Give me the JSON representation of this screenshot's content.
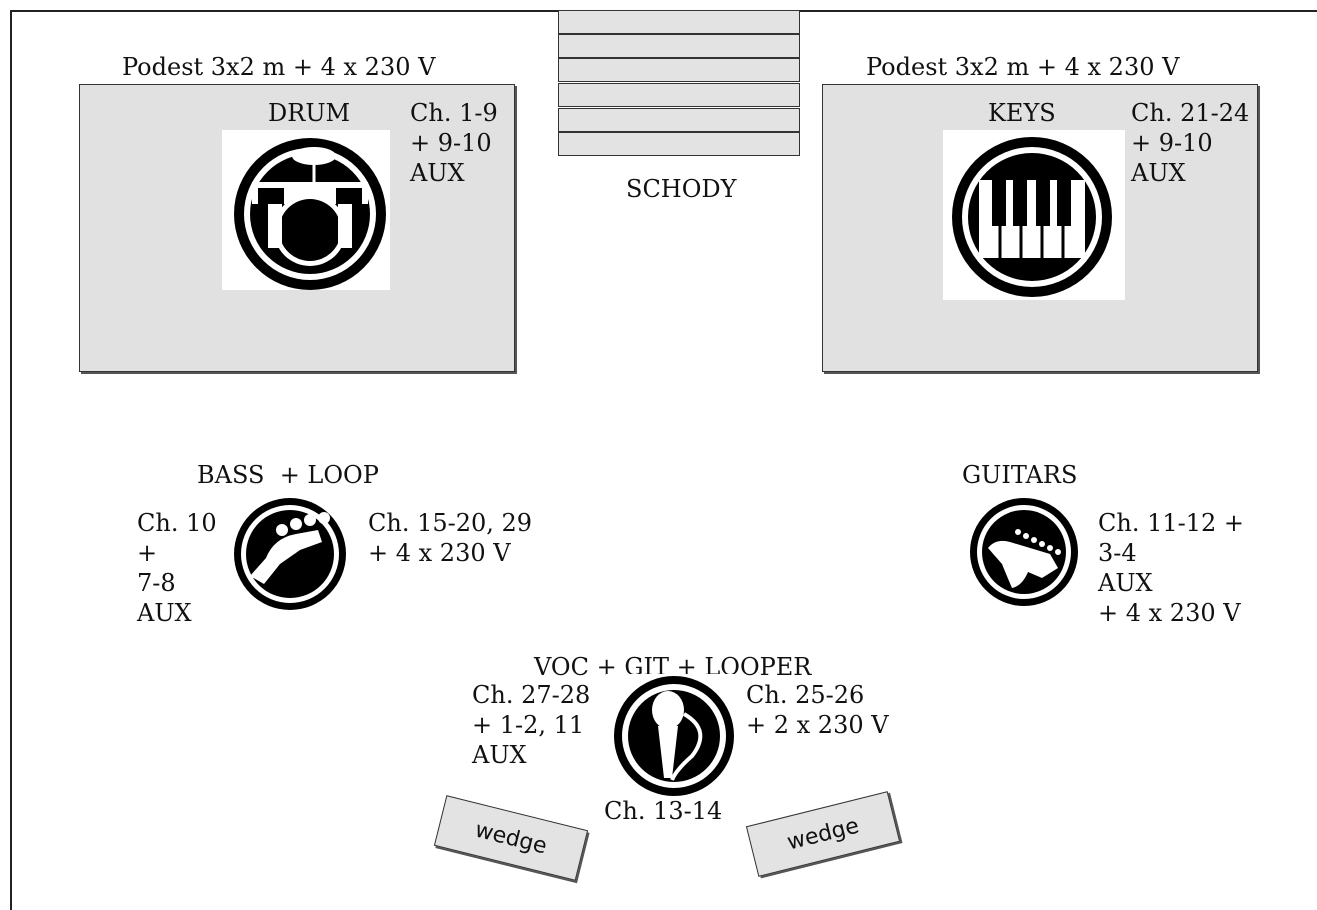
{
  "podest_left": {
    "label": "Podest 3x2 m + 4 x 230 V"
  },
  "podest_right": {
    "label": "Podest 3x2 m + 4 x 230 V"
  },
  "stairs": {
    "label": "SCHODY"
  },
  "drum": {
    "title": "DRUM",
    "channels": "Ch. 1-9\n+ 9-10\nAUX",
    "icon": "drum-kit-icon"
  },
  "keys": {
    "title": "KEYS",
    "channels": "Ch. 21-24\n+ 9-10\nAUX",
    "icon": "piano-keys-icon"
  },
  "bass": {
    "title": "BASS  + LOOP",
    "left_channels": "Ch. 10\n+\n7-8\nAUX",
    "right_channels": "Ch. 15-20, 29\n+ 4 x 230 V",
    "icon": "bass-headstock-icon"
  },
  "guitars": {
    "title": "GUITARS",
    "channels": "Ch. 11-12 +\n3-4\nAUX\n+ 4 x 230 V",
    "icon": "guitar-headstock-icon"
  },
  "vocal": {
    "title": "VOC + GIT + LOOPER",
    "left_channels": "Ch. 27-28\n+ 1-2, 11\nAUX",
    "right_channels": "Ch. 25-26\n+ 2 x 230 V",
    "bottom_channels": "Ch. 13-14",
    "icon": "microphone-icon"
  },
  "wedges": [
    {
      "label": "wedge"
    },
    {
      "label": "wedge"
    }
  ]
}
